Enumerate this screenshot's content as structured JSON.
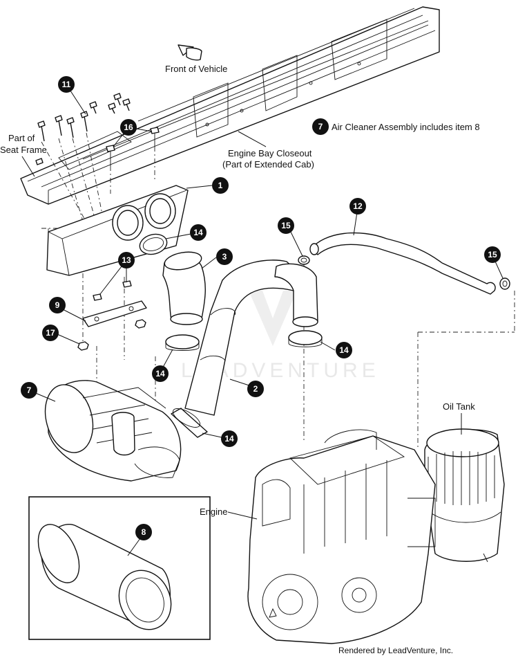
{
  "labels": {
    "front_of_vehicle": "Front of Vehicle",
    "part_of": "Part of",
    "seat_frame": "Seat Frame",
    "engine_bay_closeout": "Engine Bay Closeout",
    "part_of_extended_cab": "(Part of Extended Cab)",
    "note": "Air Cleaner Assembly includes item 8",
    "oil_tank": "Oil Tank",
    "engine": "Engine",
    "credit": "Rendered by LeadVenture, Inc.",
    "watermark": "LEADVENTURE"
  },
  "callouts": {
    "c1": "1",
    "c2": "2",
    "c3": "3",
    "c7": "7",
    "c7_note": "7",
    "c8": "8",
    "c9": "9",
    "c11": "11",
    "c12": "12",
    "c13": "13",
    "c14a": "14",
    "c14b": "14",
    "c14c": "14",
    "c14d": "14",
    "c15a": "15",
    "c15b": "15",
    "c16": "16",
    "c17": "17"
  },
  "colors": {
    "line": "#111111",
    "callout_fill": "#111111",
    "callout_text": "#ffffff",
    "background": "#ffffff"
  }
}
